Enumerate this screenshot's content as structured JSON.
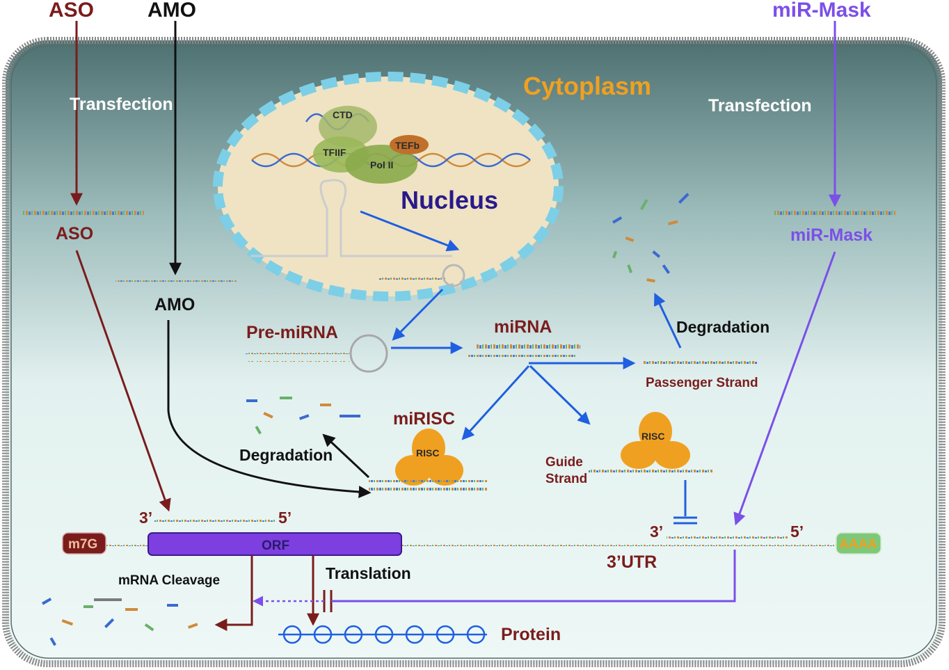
{
  "external": {
    "aso": "ASO",
    "amo": "AMO",
    "mir_mask": "miR-Mask"
  },
  "labels": {
    "transfection_left": "Transfection",
    "transfection_right": "Transfection",
    "cytoplasm": "Cytoplasm",
    "nucleus": "Nucleus",
    "ctd": "CTD",
    "tfiif": "TFIIF",
    "tefb": "TEFb",
    "pol2": "Pol II",
    "aso_inner": "ASO",
    "amo_inner": "AMO",
    "mir_mask_inner": "miR-Mask",
    "pre_mirna": "Pre-miRNA",
    "mirna": "miRNA",
    "degradation_right": "Degradation",
    "passenger_strand": "Passenger Strand",
    "mirisc": "miRISC",
    "risc_left": "RISC",
    "risc_right": "RISC",
    "degradation_left": "Degradation",
    "guide": "Guide",
    "strand": "Strand",
    "three_prime_left": "3’",
    "five_prime_left": "5’",
    "three_prime_right": "3’",
    "five_prime_right": "5’",
    "m7g": "m7G",
    "orf": "ORF",
    "aaaa": "AAAA",
    "utr": "3’UTR",
    "mrna_cleavage": "mRNA Cleavage",
    "translation": "Translation",
    "protein": "Protein"
  },
  "colors": {
    "aso": "#7a1c1c",
    "amo": "#111111",
    "mir_mask": "#7b4fe8",
    "pathway": "#1f5fe0",
    "cytoplasm_label": "#f0a020",
    "nucleus_label": "#2a1a8a",
    "risc": "#f0a020",
    "orf": "#7d3fe0",
    "m7g": "#7a1c1c",
    "aaaa": "#7ec87a"
  }
}
